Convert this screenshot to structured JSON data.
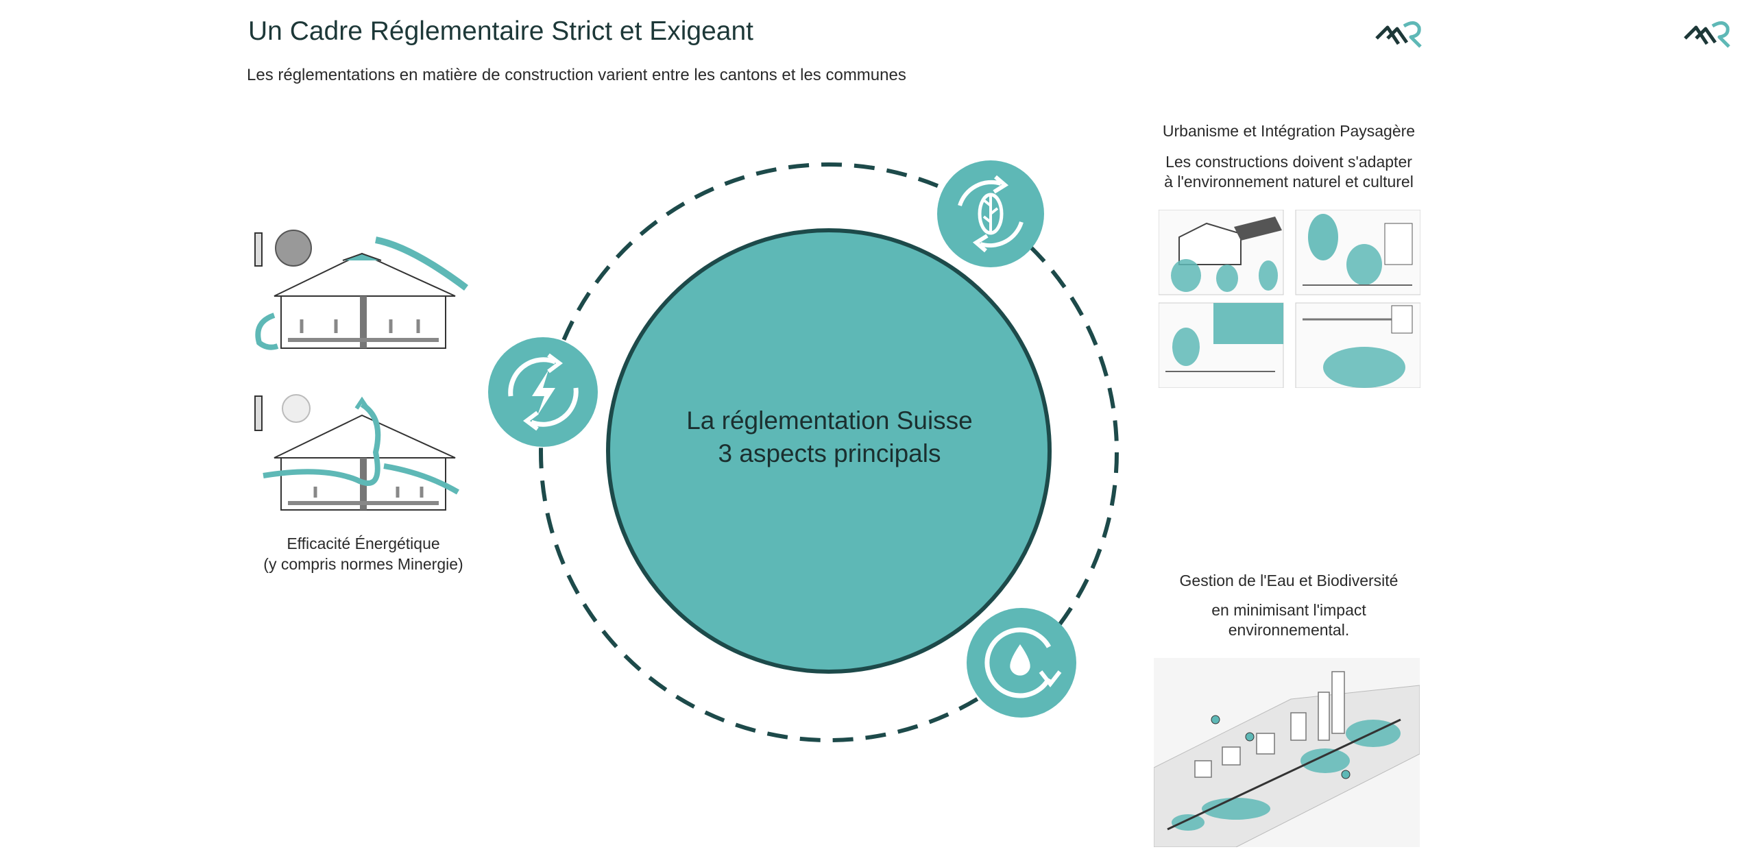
{
  "header": {
    "title": "Un Cadre Réglementaire Strict et Exigeant",
    "subtitle": "Les réglementations en matière de construction varient entre les cantons et les communes"
  },
  "center": {
    "line1": "La réglementation Suisse",
    "line2": "3 aspects principals"
  },
  "energy": {
    "caption_line1": "Efficacité Énergétique",
    "caption_line2": "(y compris normes Minergie)"
  },
  "urbanism": {
    "title": "Urbanisme et Intégration Paysagère",
    "text_line1": "Les constructions doivent s'adapter",
    "text_line2": "à l'environnement naturel et culturel"
  },
  "water": {
    "title": "Gestion de l'Eau et Biodiversité",
    "text_line1": "en minimisant l'impact",
    "text_line2": "environnemental."
  },
  "icons": {
    "energy": "lightning-cycle-icon",
    "nature": "leaf-cycle-icon",
    "water": "water-drop-cycle-icon",
    "logo": "mountain-logo-icon"
  },
  "colors": {
    "teal": "#5eb8b6",
    "dark_teal": "#1d4a4a",
    "text": "#2a2a2a"
  }
}
